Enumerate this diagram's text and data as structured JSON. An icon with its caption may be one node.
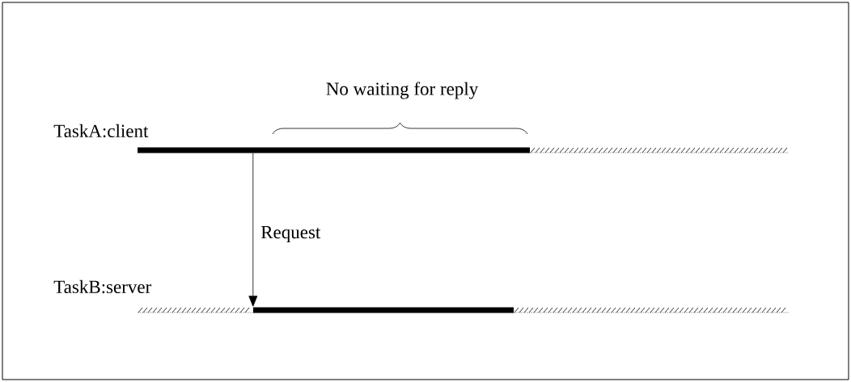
{
  "diagram": {
    "nodes": [
      {
        "text": [
          "TaskA:client"
        ]
      },
      {
        "text": [
          "TaskB:server"
        ]
      }
    ],
    "edges": [
      {
        "from": 0,
        "to": 1,
        "arrow": "to",
        "label": "Request"
      }
    ],
    "labels": [
      "No waiting for reply"
    ]
  }
}
